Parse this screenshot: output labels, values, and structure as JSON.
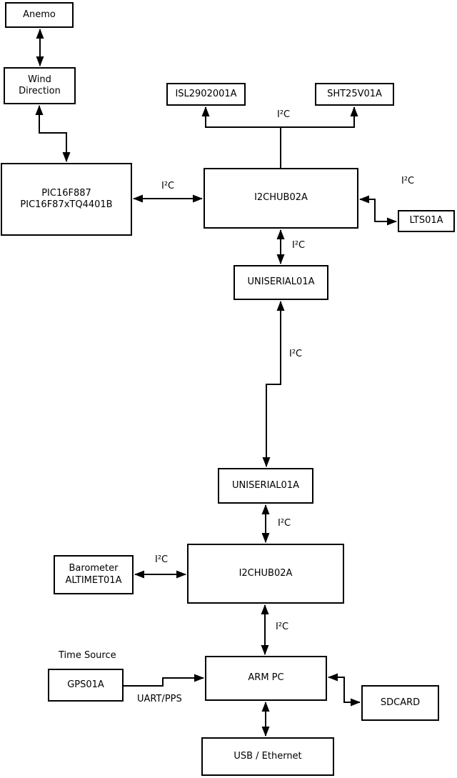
{
  "diagram": {
    "background_color": "#ffffff",
    "line_color": "#000000",
    "text_color": "#000000",
    "blocks": {
      "anemo": {
        "label": "Anemo"
      },
      "wind_direction": {
        "label": "Wind\nDirection"
      },
      "pic": {
        "label": "PIC16F887\nPIC16F87xTQ4401B"
      },
      "isl": {
        "label": "ISL2902001A"
      },
      "sht": {
        "label": "SHT25V01A"
      },
      "i2chub_top": {
        "label": "I2CHUB02A"
      },
      "lts": {
        "label": "LTS01A"
      },
      "uniserial_top": {
        "label": "UNISERIAL01A"
      },
      "uniserial_bottom": {
        "label": "UNISERIAL01A"
      },
      "i2chub_bottom": {
        "label": "I2CHUB02A"
      },
      "barometer": {
        "label": "Barometer\nALTIMET01A"
      },
      "gps": {
        "label": "GPS01A"
      },
      "arm_pc": {
        "label": "ARM PC"
      },
      "sdcard": {
        "label": "SDCARD"
      },
      "usb_ethernet": {
        "label": "USB / Ethernet"
      }
    },
    "edge_labels": {
      "i2c": "I²C",
      "uart_pps": "UART/PPS",
      "time_source": "Time Source"
    },
    "connections": [
      {
        "from": "Anemo",
        "to": "Wind Direction",
        "style": "bidirectional",
        "label": ""
      },
      {
        "from": "Wind Direction",
        "to": "PIC16F887 PIC16F87xTQ4401B",
        "style": "bidirectional",
        "label": ""
      },
      {
        "from": "PIC16F887 PIC16F87xTQ4401B",
        "to": "I2CHUB02A (top)",
        "style": "bidirectional",
        "label": "I²C"
      },
      {
        "from": "I2CHUB02A (top)",
        "to": "ISL2902001A",
        "style": "arrow",
        "label": "I²C"
      },
      {
        "from": "I2CHUB02A (top)",
        "to": "SHT25V01A",
        "style": "arrow",
        "label": "I²C"
      },
      {
        "from": "I2CHUB02A (top)",
        "to": "LTS01A",
        "style": "bidirectional",
        "label": "I²C"
      },
      {
        "from": "I2CHUB02A (top)",
        "to": "UNISERIAL01A (upper)",
        "style": "bidirectional",
        "label": "I²C"
      },
      {
        "from": "UNISERIAL01A (upper)",
        "to": "UNISERIAL01A (lower)",
        "style": "bidirectional",
        "label": "I²C"
      },
      {
        "from": "UNISERIAL01A (lower)",
        "to": "I2CHUB02A (bottom)",
        "style": "bidirectional",
        "label": "I²C"
      },
      {
        "from": "Barometer ALTIMET01A",
        "to": "I2CHUB02A (bottom)",
        "style": "bidirectional",
        "label": "I²C"
      },
      {
        "from": "I2CHUB02A (bottom)",
        "to": "ARM PC",
        "style": "bidirectional",
        "label": "I²C"
      },
      {
        "from": "GPS01A",
        "to": "ARM PC",
        "style": "arrow",
        "label": "UART/PPS",
        "note": "Time Source"
      },
      {
        "from": "ARM PC",
        "to": "SDCARD",
        "style": "bidirectional",
        "label": ""
      },
      {
        "from": "ARM PC",
        "to": "USB / Ethernet",
        "style": "bidirectional",
        "label": ""
      }
    ]
  }
}
